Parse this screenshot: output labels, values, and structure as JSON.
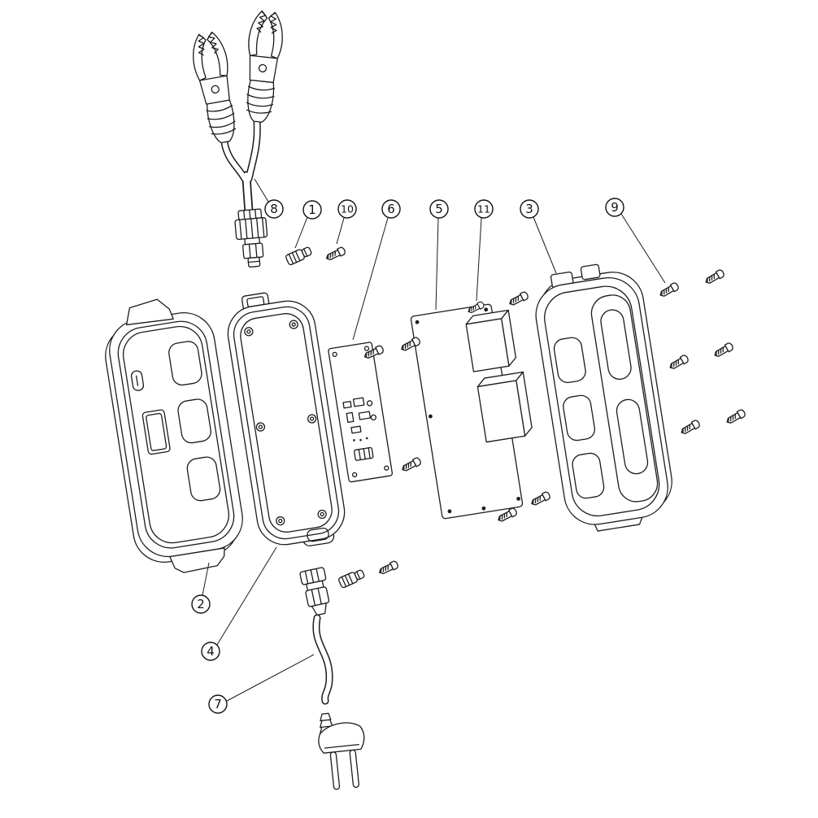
{
  "page": {
    "background": "#ffffff",
    "ink": "#1b1b1b"
  },
  "diagram": {
    "type": "exploded-view-parts-diagram",
    "callouts": {
      "c1": {
        "label": "1"
      },
      "c2": {
        "label": "2"
      },
      "c3": {
        "label": "3"
      },
      "c4": {
        "label": "4"
      },
      "c5": {
        "label": "5"
      },
      "c6": {
        "label": "6"
      },
      "c7": {
        "label": "7"
      },
      "c8": {
        "label": "8"
      },
      "c9": {
        "label": "9"
      },
      "c10": {
        "label": "10"
      },
      "c11": {
        "label": "11"
      }
    }
  }
}
